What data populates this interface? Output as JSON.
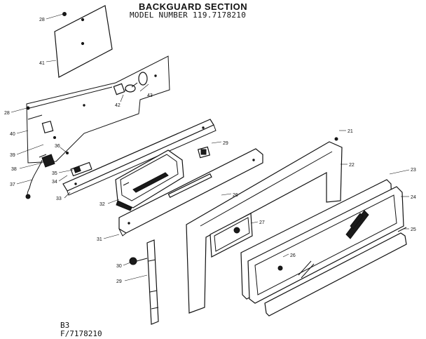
{
  "header": {
    "title": "BACKGUARD SECTION",
    "model": "MODEL NUMBER 119.7178210"
  },
  "footer": {
    "line1": "B3",
    "line2": "F/7178210"
  },
  "callouts": [
    "28",
    "41",
    "43",
    "42",
    "28",
    "40",
    "39",
    "38",
    "37",
    "36",
    "35",
    "34",
    "33",
    "32",
    "31",
    "30",
    "29",
    "29",
    "26",
    "21",
    "22",
    "23",
    "24",
    "25",
    "27",
    "26"
  ]
}
